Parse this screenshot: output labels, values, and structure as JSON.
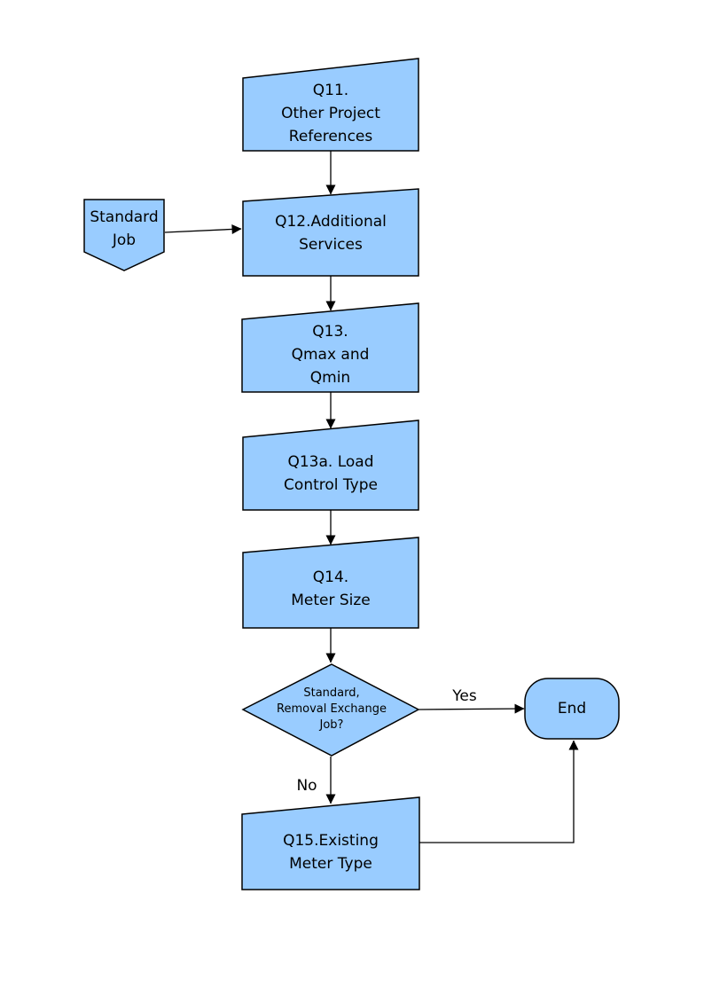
{
  "flowchart": {
    "nodes": {
      "q11": {
        "label": "Q11.\nOther Project\nReferences"
      },
      "standard_job": {
        "label": "Standard\nJob"
      },
      "q12": {
        "label": "Q12.Additional\nServices"
      },
      "q13": {
        "label": "Q13.\nQmax and\nQmin"
      },
      "q13a": {
        "label": "Q13a. Load\nControl Type"
      },
      "q14": {
        "label": "Q14.\nMeter Size"
      },
      "decision": {
        "label": "Standard,\nRemoval Exchange\nJob?"
      },
      "end": {
        "label": "End"
      },
      "q15": {
        "label": "Q15.Existing\nMeter Type"
      }
    },
    "decision_branches": {
      "yes_label": "Yes",
      "no_label": "No"
    },
    "colors": {
      "node_fill": "#99CCFF",
      "node_border": "#000000",
      "text": "#000000",
      "background": "#FFFFFF"
    }
  }
}
